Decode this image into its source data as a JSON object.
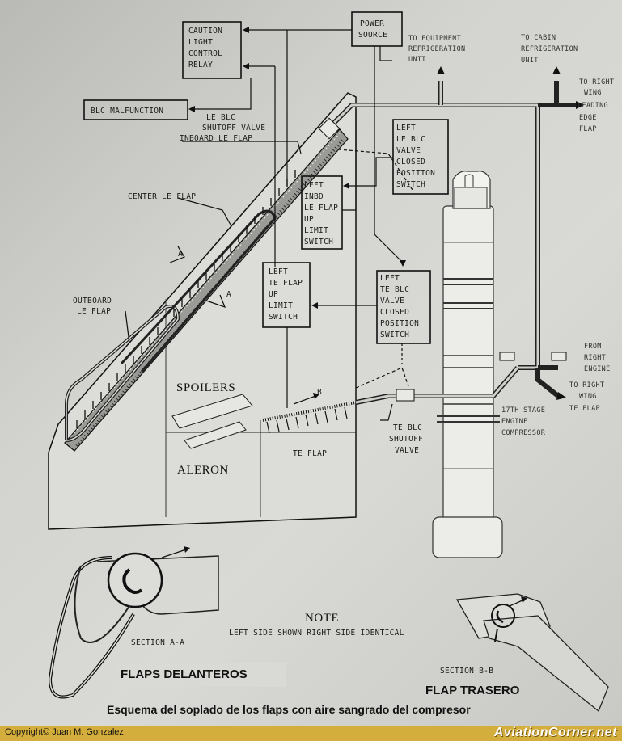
{
  "labels": {
    "caution_relay": [
      "CAUTION",
      "LIGHT",
      "CONTROL",
      "RELAY"
    ],
    "power_source": [
      "POWER",
      "SOURCE"
    ],
    "to_equipment": [
      "TO EQUIPMENT",
      "REFRIGERATION",
      "UNIT"
    ],
    "to_cabin": [
      "TO CABIN",
      "REFRIGERATION",
      "UNIT"
    ],
    "to_right_wing_le": [
      "TO RIGHT",
      "WING",
      "LEADING",
      "EDGE",
      "FLAP"
    ],
    "blc_malfunction": "BLC MALFUNCTION",
    "le_blc_shutoff": [
      "LE BLC",
      "SHUTOFF VALVE"
    ],
    "inboard_le_flap": "INBOARD LE FLAP",
    "left_le_blc_switch": [
      "LEFT",
      "LE BLC",
      "VALVE",
      "CLOSED",
      "POSITION",
      "SWITCH"
    ],
    "left_inbd_switch": [
      "LEFT",
      "INBD",
      "LE FLAP",
      "UP",
      "LIMIT",
      "SWITCH"
    ],
    "center_le_flap": "CENTER LE FLAP",
    "section_a_top": "A",
    "section_a_bottom": "A",
    "left_te_flap_switch": [
      "LEFT",
      "TE FLAP",
      "UP",
      "LIMIT",
      "SWITCH"
    ],
    "left_te_blc_switch": [
      "LEFT",
      "TE BLC",
      "VALVE",
      "CLOSED",
      "POSITION",
      "SWITCH"
    ],
    "outboard_le_flap": [
      "OUTBOARD",
      "LE FLAP"
    ],
    "from_right_engine": [
      "FROM",
      "RIGHT",
      "ENGINE"
    ],
    "to_right_wing_te": [
      "TO RIGHT",
      "WING",
      "TE FLAP"
    ],
    "spoilers": "SPOILERS",
    "section_b": "B",
    "stage_17": [
      "17TH STAGE",
      "ENGINE",
      "COMPRESSOR"
    ],
    "te_flap": "TE FLAP",
    "te_blc_shutoff": [
      "TE BLC",
      "SHUTOFF",
      "VALVE"
    ],
    "aleron": "ALERON",
    "note_title": "NOTE",
    "note_text": "LEFT SIDE SHOWN RIGHT SIDE IDENTICAL",
    "section_aa": "SECTION A-A",
    "section_bb": "SECTION B-B"
  },
  "overlay": {
    "flaps_delanteros": "FLAPS DELANTEROS",
    "flap_trasero": "FLAP TRASERO",
    "caption": "Esquema del soplado  de los flaps con aire sangrado del compresor",
    "copyright": "Copyright©  Juan M. Gonzalez",
    "brand": "AviationCorner.net"
  }
}
